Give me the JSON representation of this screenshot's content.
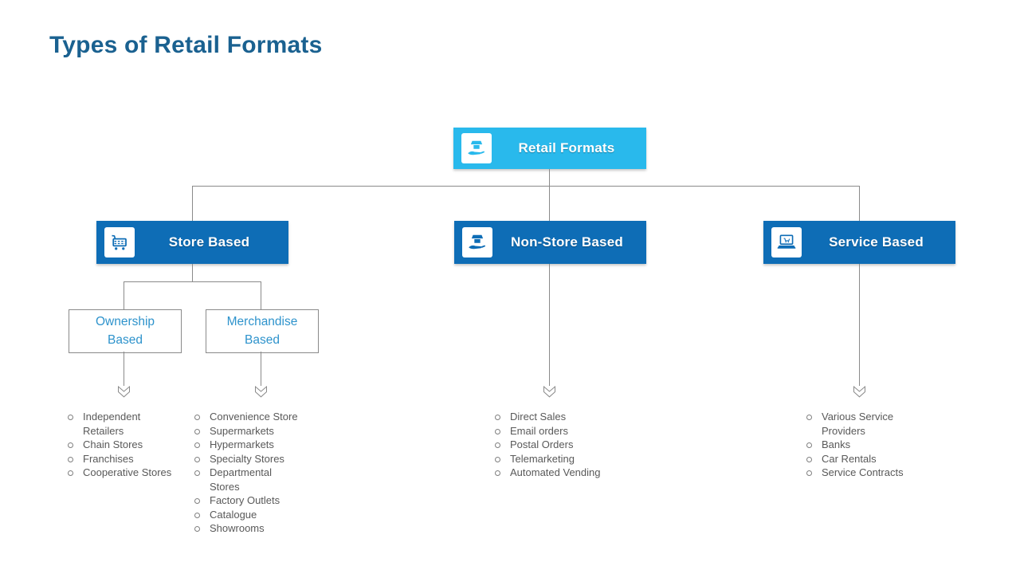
{
  "slide": {
    "title": "Types of Retail Formats"
  },
  "root": {
    "label": "Retail Formats",
    "icon": "hand-store-icon"
  },
  "branches": [
    {
      "label": "Store Based",
      "icon": "shopping-cart-icon"
    },
    {
      "label": "Non-Store Based",
      "icon": "hand-store-icon"
    },
    {
      "label": "Service Based",
      "icon": "laptop-cart-icon"
    }
  ],
  "sub_branches": [
    {
      "label": "Ownership Based"
    },
    {
      "label": "Merchandise Based"
    }
  ],
  "lists": {
    "ownership": {
      "items": [
        "Independent Retailers",
        "Chain Stores",
        "Franchises",
        "Cooperative Stores"
      ]
    },
    "merchandise": {
      "items": [
        "Convenience Store",
        "Supermarkets",
        "Hypermarkets",
        "Specialty Stores",
        "Departmental Stores",
        "Factory Outlets",
        "Catalogue",
        "Showrooms"
      ]
    },
    "non_store": {
      "items": [
        "Direct Sales",
        "Email orders",
        "Postal Orders",
        "Telemarketing",
        "Automated Vending"
      ]
    },
    "service": {
      "items": [
        "Various Service Providers",
        "Banks",
        "Car Rentals",
        "Service Contracts"
      ]
    }
  },
  "colors": {
    "title": "#1A6190",
    "root_fill": "#29B9EC",
    "branch_fill": "#0E6DB6",
    "sub_label": "#2E93CC",
    "connector": "#8A8A8A",
    "list_text": "#595959"
  }
}
